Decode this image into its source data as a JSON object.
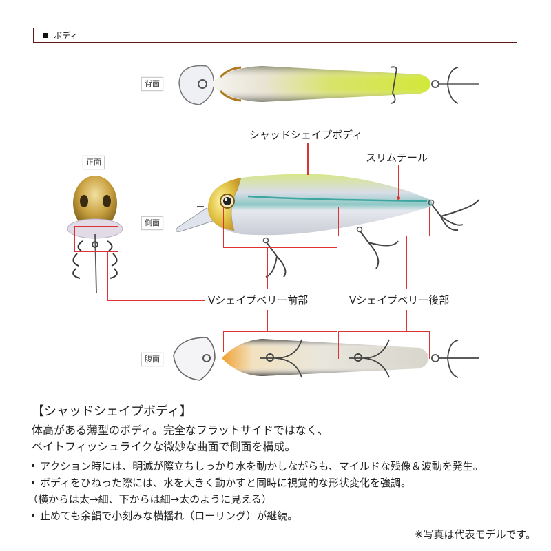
{
  "section_header": {
    "title": "ボディ"
  },
  "views": {
    "top": "背面",
    "front": "正面",
    "side": "側面",
    "belly": "腹面"
  },
  "annotations": {
    "shad_shape_body": "シャッドシェイプボディ",
    "slim_tail": "スリムテール",
    "v_belly_front": "Vシェイプベリー前部",
    "v_belly_rear": "Vシェイプベリー後部"
  },
  "description": {
    "heading": "【シャッドシェイプボディ】",
    "lines": [
      "体高がある薄型のボディ。完全なフラットサイドではなく、",
      "ベイトフィッシュライクな微妙な曲面で側面を構成。"
    ],
    "bullets": [
      "アクション時には、明滅が際立ちしっかり水を動かしながらも、マイルドな残像＆波動を発生。",
      "ボディをひねった際には、水を大きく動かすと同時に視覚的な形状変化を強調。"
    ],
    "paren_note": "（横からは太→細、下からは細→太のように見える）",
    "bullets2": [
      "止めても余韻で小刻みな横揺れ（ローリング）が継続。"
    ]
  },
  "footnote": "※写真は代表モデルです。",
  "colors": {
    "accent_line": "#dd3333",
    "header_border": "#5a1a1a",
    "chartreuse": "#c8e03a"
  }
}
